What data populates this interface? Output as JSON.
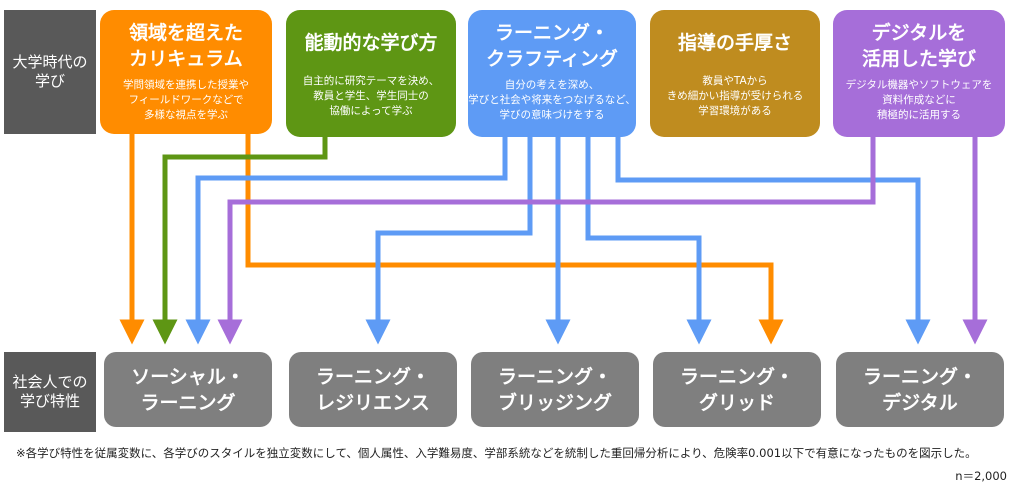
{
  "labels": {
    "university": "大学時代の\n学び",
    "society": "社会人での\n学び特性"
  },
  "styles": [
    {
      "title": "領域を超えた\nカリキュラム",
      "desc": "学問領域を連携した授業や\nフィールドワークなどで\n多様な視点を学ぶ",
      "color": "#ff8c00"
    },
    {
      "title": "能動的な学び方",
      "desc": "自主的に研究テーマを決め、\n教員と学生、学生同士の\n協働によって学ぶ",
      "color": "#5e9614"
    },
    {
      "title": "ラーニング・\nクラフティング",
      "desc": "自分の考えを深め、\n学びと社会や将来をつなげるなど、\n学びの意味づけをする",
      "color": "#5e9bf5"
    },
    {
      "title": "指導の手厚さ",
      "desc": "教員やTAから\nきめ細かい指導が受けられる\n学習環境がある",
      "color": "#bf8c1f"
    },
    {
      "title": "デジタルを\n活用した学び",
      "desc": "デジタル機器やソフトウェアを\n資料作成などに\n積極的に活用する",
      "color": "#a66ed9"
    }
  ],
  "traits": [
    "ソーシャル・\nラーニング",
    "ラーニング・\nレジリエンス",
    "ラーニング・\nブリッジング",
    "ラーニング・\nグリッド",
    "ラーニング・\nデジタル"
  ],
  "footnote": "※各学び特性を従属変数に、各学びのスタイルを独立変数にして、個人属性、入学難易度、学部系統などを統制した重回帰分析により、危険率0.001以下で有意になったものを図示した。",
  "sample": "n＝2,000"
}
